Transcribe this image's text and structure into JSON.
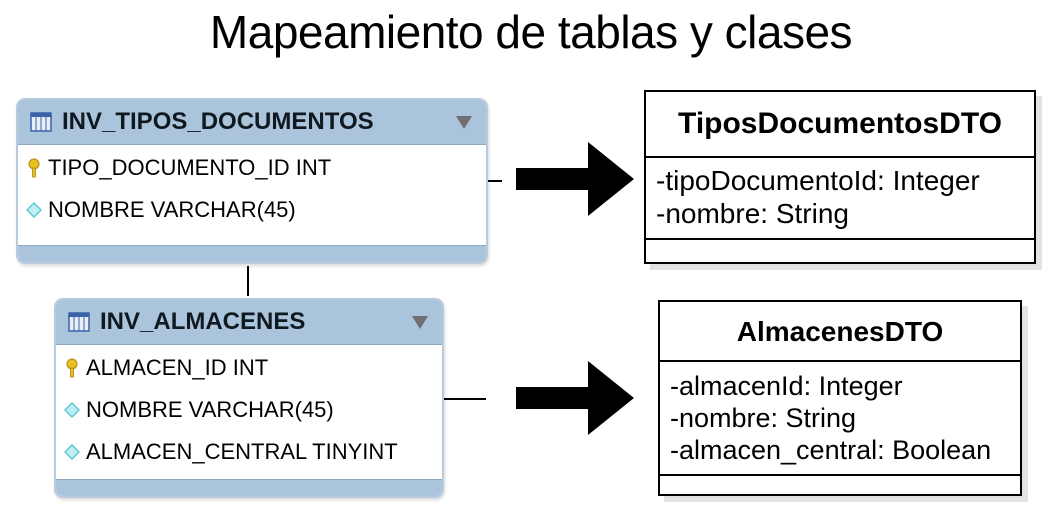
{
  "title": "Mapeamiento de tablas y clases",
  "tables": [
    {
      "name": "INV_TIPOS_DOCUMENTOS",
      "columns": [
        {
          "text": "TIPO_DOCUMENTO_ID INT",
          "icon": "key-icon"
        },
        {
          "text": "NOMBRE VARCHAR(45)",
          "icon": "diamond-icon"
        }
      ]
    },
    {
      "name": "INV_ALMACENES",
      "columns": [
        {
          "text": "ALMACEN_ID INT",
          "icon": "key-icon"
        },
        {
          "text": "NOMBRE VARCHAR(45)",
          "icon": "diamond-icon"
        },
        {
          "text": "ALMACEN_CENTRAL TINYINT",
          "icon": "diamond-icon"
        }
      ]
    }
  ],
  "classes": [
    {
      "name": "TiposDocumentosDTO",
      "attributes": [
        "-tipoDocumentoId: Integer",
        "-nombre: String"
      ]
    },
    {
      "name": "AlmacenesDTO",
      "attributes": [
        "-almacenId: Integer",
        "-nombre: String",
        "-almacen_central: Boolean"
      ]
    }
  ],
  "colors": {
    "table_header": "#aac4dc",
    "table_border": "#b8cbdc",
    "key_icon": "#e8c020",
    "column_icon": "#5ec8d8"
  }
}
